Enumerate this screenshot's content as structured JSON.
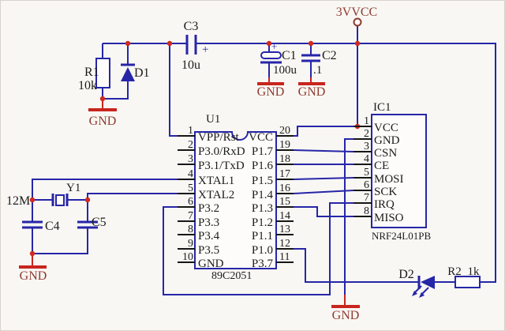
{
  "labels": {
    "gnd": "GND"
  },
  "power": {
    "rail": "3VVCC"
  },
  "components": {
    "r1": {
      "ref": "R1",
      "value": "10k"
    },
    "d1": {
      "ref": "D1"
    },
    "c3": {
      "ref": "C3",
      "value": "10u",
      "polarity": "+"
    },
    "c1": {
      "ref": "C1",
      "value": "100u",
      "polarity": "+"
    },
    "c2": {
      "ref": "C2",
      "value": ".1"
    },
    "y1": {
      "ref": "Y1",
      "freq": "12M"
    },
    "c4": {
      "ref": "C4"
    },
    "c5": {
      "ref": "C5"
    },
    "d2": {
      "ref": "D2"
    },
    "r2": {
      "ref": "R2",
      "value": "1k"
    }
  },
  "u1": {
    "ref": "U1",
    "part": "89C2051",
    "left_pins": [
      {
        "num": "1",
        "label": "VPP/Rst"
      },
      {
        "num": "2",
        "label": "P3.0/RxD"
      },
      {
        "num": "3",
        "label": "P3.1/TxD"
      },
      {
        "num": "4",
        "label": "XTAL1"
      },
      {
        "num": "5",
        "label": "XTAL2"
      },
      {
        "num": "6",
        "label": "P3.2"
      },
      {
        "num": "7",
        "label": "P3.3"
      },
      {
        "num": "8",
        "label": "P3.4"
      },
      {
        "num": "9",
        "label": "P3.5"
      },
      {
        "num": "10",
        "label": "GND"
      }
    ],
    "right_pins": [
      {
        "num": "20",
        "label": "VCC"
      },
      {
        "num": "19",
        "label": "P1.7"
      },
      {
        "num": "18",
        "label": "P1.6"
      },
      {
        "num": "17",
        "label": "P1.5"
      },
      {
        "num": "16",
        "label": "P1.4"
      },
      {
        "num": "15",
        "label": "P1.3"
      },
      {
        "num": "14",
        "label": "P1.2"
      },
      {
        "num": "13",
        "label": "P1.1"
      },
      {
        "num": "12",
        "label": "P1.0"
      },
      {
        "num": "11",
        "label": "P3.7"
      }
    ]
  },
  "ic1": {
    "ref": "IC1",
    "part": "NRF24L01PB",
    "pins": [
      {
        "num": "1",
        "label": "VCC"
      },
      {
        "num": "2",
        "label": "GND"
      },
      {
        "num": "3",
        "label": "CSN"
      },
      {
        "num": "4",
        "label": "CE"
      },
      {
        "num": "5",
        "label": "MOSI"
      },
      {
        "num": "6",
        "label": "SCK"
      },
      {
        "num": "7",
        "label": "IRQ"
      },
      {
        "num": "8",
        "label": "MISO"
      }
    ]
  },
  "colors": {
    "wire": "#2626a8",
    "junction": "#cf2a20",
    "ground_symbol": "#c8251d",
    "net_label": "#8d3b31",
    "text": "#1c1c1c",
    "background": "#f9f7f3"
  }
}
